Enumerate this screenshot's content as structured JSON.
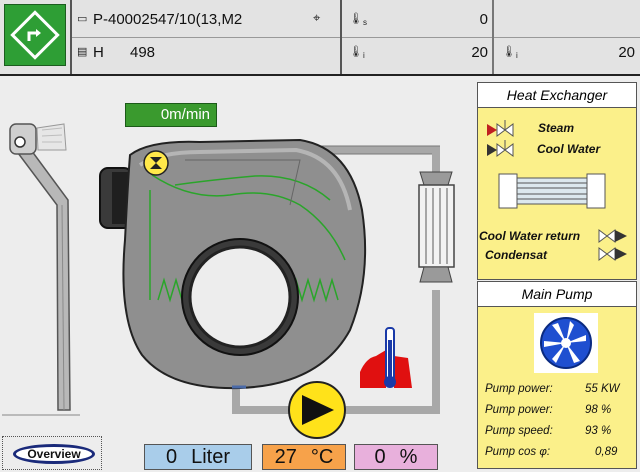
{
  "header": {
    "order_no": "P-40002547/10(13,M2",
    "product_label": "H",
    "product_value": "498",
    "temp_s_value": "0",
    "temp_i_value": "20",
    "temp_i2_value": "20"
  },
  "machine": {
    "speed_display": "0m/min"
  },
  "heat_exchanger": {
    "title": "Heat Exchanger",
    "steam_label": "Steam",
    "cool_water_label": "Cool Water",
    "cool_water_return_label": "Cool Water return",
    "condensat_label": "Condensat"
  },
  "main_pump": {
    "title": "Main Pump",
    "rows": [
      {
        "label": "Pump power:",
        "value": "55 KW"
      },
      {
        "label": "Pump power:",
        "value": "98 %"
      },
      {
        "label": "Pump speed:",
        "value": "93 %"
      },
      {
        "label": "Pump cos φ:",
        "value": "0,89"
      }
    ]
  },
  "bottom": {
    "overview_label": "Overview",
    "liter_value": "0",
    "liter_unit": "Liter",
    "temp_value": "27",
    "temp_unit": "°C",
    "percent_value": "0",
    "percent_unit": "%"
  },
  "colors": {
    "home_green": "#2e9e35",
    "speed_green": "#3a9a2e",
    "panel_yellow": "#fbf08a",
    "liter_blue": "#a9cdea",
    "temp_orange": "#f7a24a",
    "percent_pink": "#e8b0dc",
    "pipe_gray": "#a8a8a8",
    "heating_coil": "#2aa52a"
  }
}
